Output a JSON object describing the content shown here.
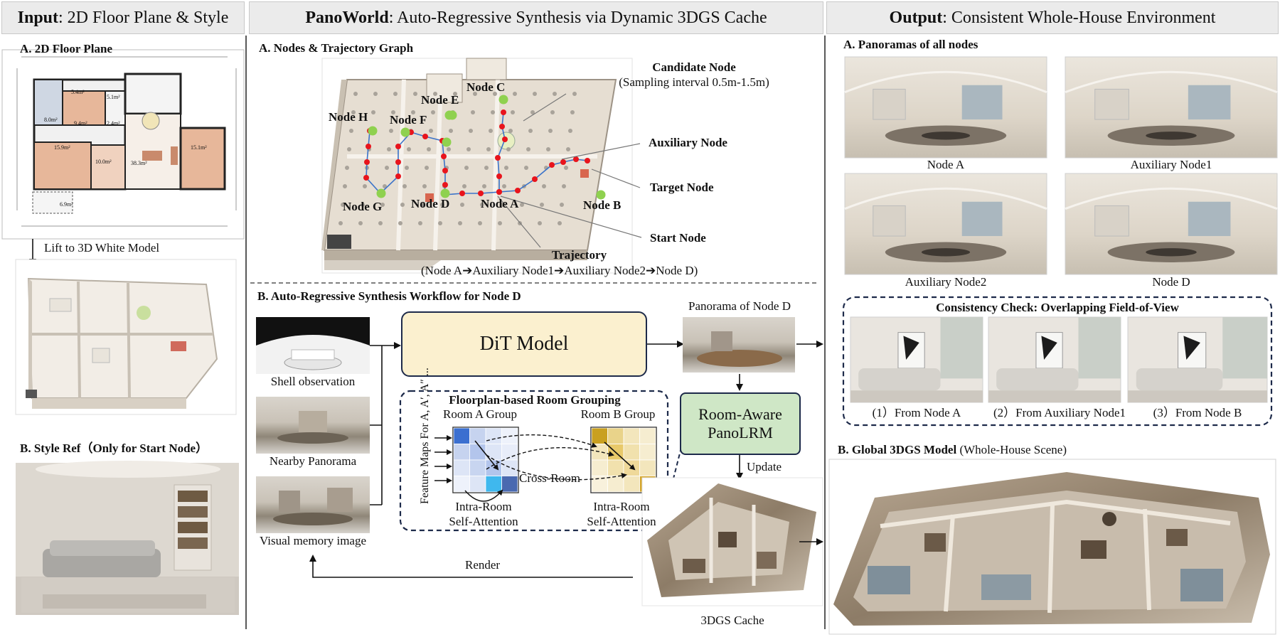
{
  "headers": {
    "input": {
      "bold": "Input",
      "rest": ": 2D Floor Plane & Style"
    },
    "middle": {
      "bold": "PanoWorld",
      "rest": ": Auto-Regressive Synthesis via Dynamic 3DGS Cache"
    },
    "output": {
      "bold": "Output",
      "rest": ": Consistent Whole-House Environment"
    }
  },
  "left": {
    "floorplan_title": "A. 2D Floor Plane",
    "room_areas": [
      "5.4m²",
      "5.1m²",
      "8.0m²",
      "9.4m²",
      "2.4m²",
      "15.9m²",
      "10.0m²",
      "38.3m²",
      "15.1m²",
      "6.9m²"
    ],
    "lift_label": "Lift to 3D White Model",
    "style_title": "B. Style Ref（Only for Start Node）"
  },
  "middle": {
    "graph_title": "A. Nodes & Trajectory Graph",
    "node_labels": [
      "Node A",
      "Node B",
      "Node C",
      "Node D",
      "Node E",
      "Node F",
      "Node G",
      "Node H"
    ],
    "candidate": {
      "title": "Candidate Node",
      "sub": "(Sampling interval 0.5m-1.5m)"
    },
    "auxiliary": "Auxiliary Node",
    "target": "Target Node",
    "start": "Start Node",
    "trajectory": {
      "title": "Trajectory",
      "path": "(Node A➔Auxiliary Node1➔Auxiliary Node2➔Node D)"
    },
    "workflow_title": "B. Auto-Regressive Synthesis Workflow for Node D",
    "inputs": [
      "Shell observation",
      "Nearby Panorama",
      "Visual memory image"
    ],
    "dit": "DiT Model",
    "pano_d": "Panorama of Node D",
    "room_grouping": {
      "title": "Floorplan-based Room Grouping",
      "group_a": "Room A Group",
      "group_b": "Room B Group",
      "feature_maps": "Feature Maps For A, A′, A″ ...",
      "cross_room": "Cross-Room",
      "intra_a": [
        "Intra-Room",
        "Self-Attention"
      ],
      "intra_b": [
        "Intra-Room",
        "Self-Attention"
      ]
    },
    "panolrm": [
      "Room-Aware",
      "PanoLRM"
    ],
    "update": "Update",
    "render": "Render",
    "cache": "3DGS Cache"
  },
  "right": {
    "panoramas_title": "A. Panoramas of all nodes",
    "panoramas": [
      "Node A",
      "Auxiliary Node1",
      "Auxiliary Node2",
      "Node D"
    ],
    "consistency_title": "Consistency Check: Overlapping Field-of-View",
    "views": [
      "(1）From Node A",
      "(2）From Auxiliary Node1",
      "(3）From Node B"
    ],
    "global_title_bold": "B. Global 3DGS Model",
    "global_title_rest": " (Whole-House Scene)"
  },
  "colors": {
    "header_bg": "#ebebeb",
    "dit_fill": "#fbf0cf",
    "panolrm_fill": "#cfe7c6",
    "node_green": "#8fd14f",
    "traj_red": "#e8141c",
    "traj_blue": "#3b73c9",
    "attn_blue": "#3b6fd0",
    "attn_gold": "#c9a020",
    "dash_navy": "#1d2a4a"
  }
}
